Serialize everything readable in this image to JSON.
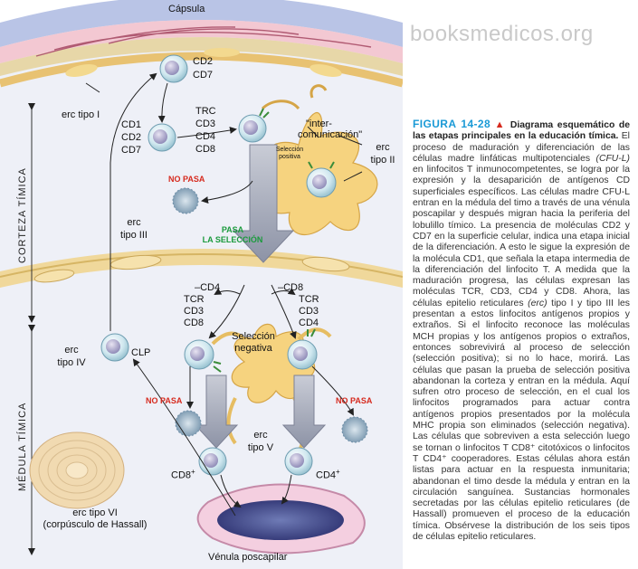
{
  "watermark": "booksmedicos.org",
  "figure": {
    "labels": {
      "capsula": "Cápsula",
      "cd2": "CD2",
      "cd7": "CD7",
      "erc_tipo_i": "erc tipo I",
      "cd1": "CD1",
      "cd2_b": "CD2",
      "cd7_b": "CD7",
      "trc": "TRC",
      "cd3": "CD3",
      "cd4": "CD4",
      "cd8": "CD8",
      "intercomunicacion_1": "\"inter-",
      "intercomunicacion_2": "comunicación\"",
      "seleccion_positiva_1": "Selección",
      "seleccion_positiva_2": "positiva",
      "erc_tipo_ii_1": "erc",
      "erc_tipo_ii_2": "tipo II",
      "no_pasa_1": "NO PASA",
      "pasa_1": "PASA",
      "pasa_2": "LA SELECCIÓN",
      "erc_tipo_iii_1": "erc",
      "erc_tipo_iii_2": "tipo III",
      "corteza": "CORTEZA TÍMICA",
      "medula": "MÉDULA TÍMICA",
      "minus_cd4": "–CD4",
      "minus_cd8": "–CD8",
      "tcr_l": "TCR",
      "cd3_l": "CD3",
      "cd8_l": "CD8",
      "tcr_r": "TCR",
      "cd3_r": "CD3",
      "cd4_r": "CD4",
      "seleccion_negativa_1": "Selección",
      "seleccion_negativa_2": "negativa",
      "erc_tipo_iv_1": "erc",
      "erc_tipo_iv_2": "tipo IV",
      "clp": "CLP",
      "no_pasa_2": "NO PASA",
      "no_pasa_3": "NO PASA",
      "erc_tipo_v_1": "erc",
      "erc_tipo_v_2": "tipo V",
      "cd8_plus": "CD8",
      "cd4_plus": "CD4",
      "plus": "+",
      "erc_tipo_vi_1": "erc tipo VI",
      "erc_tipo_vi_2": "(corpúsculo de Hassall)",
      "venula": "Vénula poscapilar"
    }
  },
  "caption": {
    "fig_label": "FIGURA 14-28",
    "triangle": "▲",
    "title": "Diagrama esquemático de las etapas principales en la educación tímica.",
    "text_1": " El proceso de maduración y diferenciación de las células madre linfáticas multipotenciales ",
    "text_cful": "(CFU-L)",
    "text_2": " en linfocitos T inmunocompetentes, se logra por la expresión y la desaparición de antígenos CD superficiales específicos. Las células madre CFU-L entran en la médula del timo a través de una vénula poscapilar y después migran hacia la periferia del lobulillo tímico. La presencia de moléculas CD2 y CD7 en la superficie celular, indica una etapa inicial de la diferenciación. A esto le sigue la expresión de la molécula CD1, que señala la etapa intermedia de la diferenciación del linfocito T. A medida que la maduración progresa, las células expresan las moléculas TCR, CD3, CD4 y CD8. Ahora, las células epitelio reticulares ",
    "text_erc": "(erc)",
    "text_3": " tipo I y tipo III les presentan a estos linfocitos antígenos propios y extraños. Si el linfocito reconoce las moléculas MCH propias y los antígenos propios o extraños, entonces sobrevivirá al proceso de selección (selección positiva); si no lo hace, morirá. Las células que pasan la prueba de selección positiva abandonan la corteza y entran en la médula. Aquí sufren otro proceso de selección, en el cual los linfocitos programados para actuar contra antígenos propios presentados por la molécula MHC propia son eliminados (selección negativa). Las células que sobreviven a esta selección luego se tornan o linfocitos T CD8⁺ citotóxicos o linfocitos T CD4⁺ cooperadores. Estas células ahora están listas para actuar en la respuesta inmunitaria; abandonan el timo desde la médula y entran en la circulación sanguínea. Sustancias hormonales secretadas por las células epitelio reticulares (de Hassall) promueven el proceso de la educación tímica. Obsérvese la distribución de los seis tipos de células epitelio reticulares."
  }
}
